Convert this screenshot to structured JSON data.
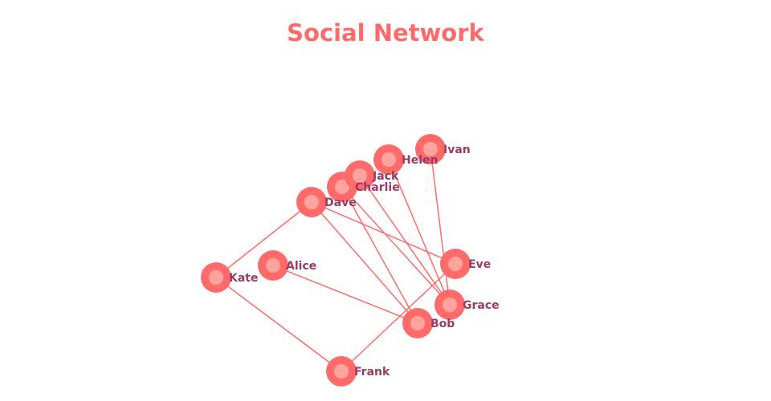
{
  "title": "Social Network",
  "colors": {
    "node_outer": "#ff6b6b",
    "node_inner": "#ffa39e",
    "edge": "#ff6b6b",
    "label": "#9b3b63"
  },
  "chart_data": {
    "type": "network",
    "title": "Social Network",
    "nodes": [
      "Alice",
      "Bob",
      "Charlie",
      "Dave",
      "Eve",
      "Frank",
      "Grace",
      "Helen",
      "Ivan",
      "Jack",
      "Kate"
    ],
    "edges": [
      [
        "Kate",
        "Dave"
      ],
      [
        "Kate",
        "Frank"
      ],
      [
        "Alice",
        "Bob"
      ],
      [
        "Dave",
        "Eve"
      ],
      [
        "Dave",
        "Bob"
      ],
      [
        "Charlie",
        "Bob"
      ],
      [
        "Charlie",
        "Grace"
      ],
      [
        "Jack",
        "Grace"
      ],
      [
        "Helen",
        "Grace"
      ],
      [
        "Ivan",
        "Grace"
      ],
      [
        "Frank",
        "Eve"
      ]
    ]
  }
}
